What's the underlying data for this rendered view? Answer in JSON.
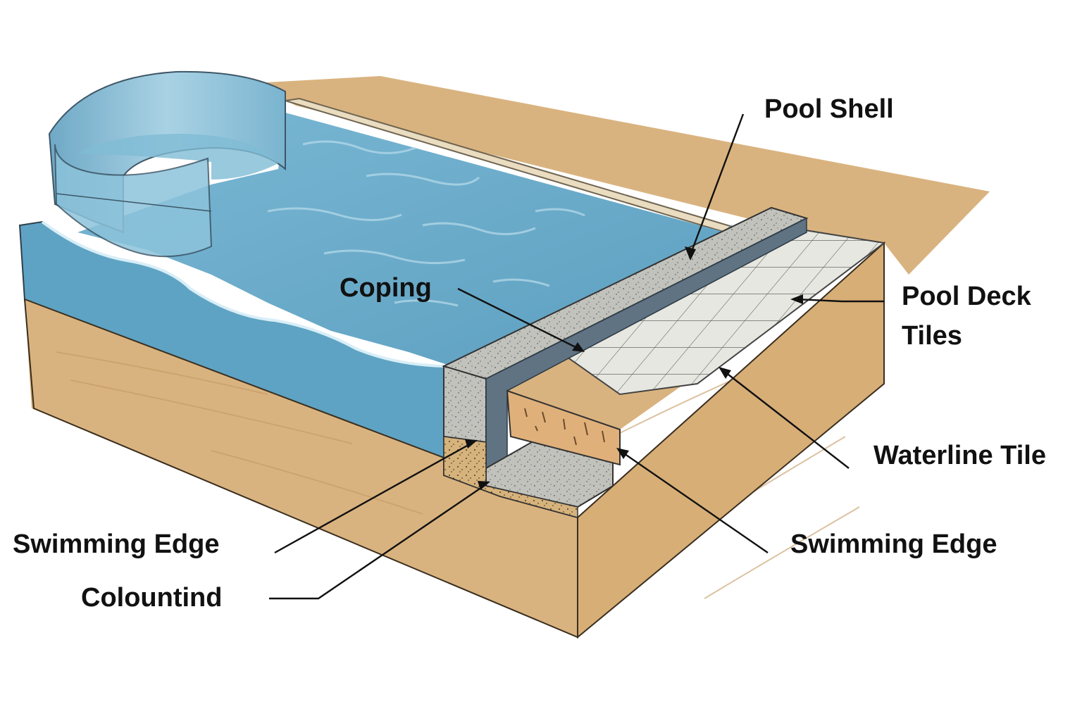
{
  "labels": {
    "pool_shell": "Pool Shell",
    "coping": "Coping",
    "pool_deck_tiles_line1": "Pool Deck",
    "pool_deck_tiles_line2": "Tiles",
    "waterline_tile": "Waterline Tile",
    "swimming_edge_right": "Swimming Edge",
    "swimming_edge_left": "Swimming Edge",
    "colountind": "Colountind"
  },
  "colors": {
    "water": "#5fa6c6",
    "water_light": "#8cc3db",
    "wood": "#d9b37f",
    "wood_dark": "#c8a06a",
    "concrete": "#bdbdb8",
    "shell_gray": "#5f7383",
    "tile": "#e6e6e0",
    "leader": "#111111"
  }
}
